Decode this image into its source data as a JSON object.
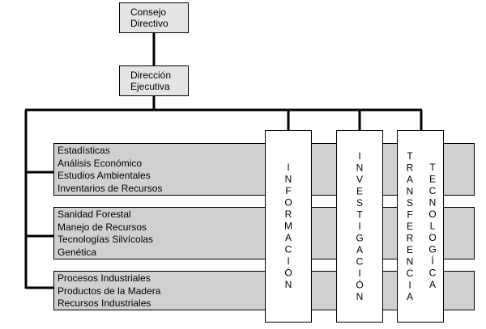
{
  "consejo": {
    "line1": "Consejo",
    "line2": "Directivo"
  },
  "direccion": {
    "line1": "Dirección",
    "line2": "Ejecutiva"
  },
  "groups": [
    {
      "items": [
        "Estadísticas",
        "Análisis Económico",
        "Estudios Ambientales",
        "Inventarios de Recursos"
      ]
    },
    {
      "items": [
        "Sanidad Forestal",
        "Manejo de Recursos",
        "Tecnologías Silvícolas",
        "Genética"
      ]
    },
    {
      "items": [
        "Procesos Industriales",
        "Productos de la Madera",
        "Recursos Industriales"
      ]
    }
  ],
  "columns": {
    "informacion": "INFORMACIÓN",
    "investigacion": "INVESTIGACIÓN",
    "transferencia": "TRANSFERENCIA",
    "tecnologica": "TECNOLOGÍCA"
  }
}
